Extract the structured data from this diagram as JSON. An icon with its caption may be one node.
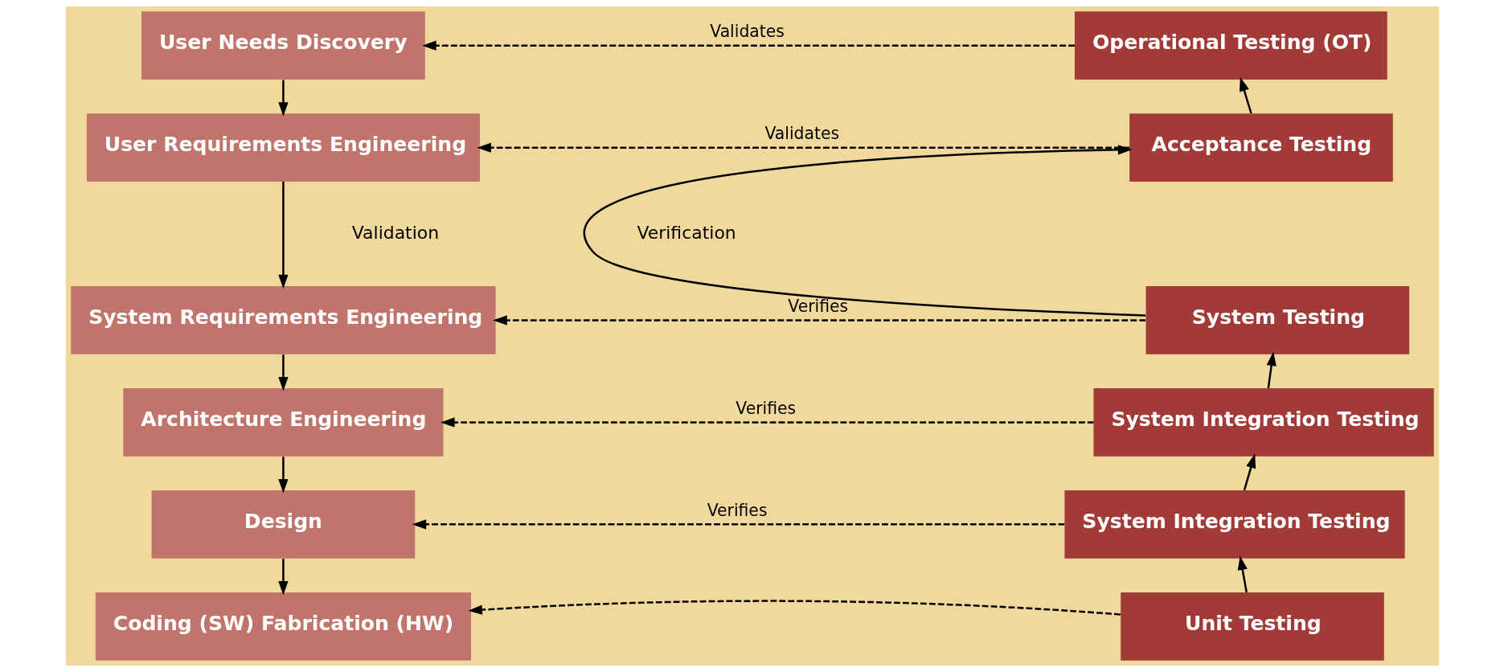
{
  "diagram": {
    "nodes": [
      {
        "text": [
          "User Needs Discovery"
        ]
      },
      {
        "text": [
          "User Requirements Engineering"
        ]
      },
      {
        "text": [
          "System Requirements Engineering"
        ]
      },
      {
        "text": [
          "Architecture Engineering"
        ]
      },
      {
        "text": [
          "Design"
        ]
      },
      {
        "text": [
          "Coding (SW) Fabrication (HW)"
        ]
      },
      {
        "text": [
          "Unit Testing"
        ]
      },
      {
        "text": [
          "System Integration Testing"
        ]
      },
      {
        "text": [
          "System Integration Testing"
        ]
      },
      {
        "text": [
          "System Testing"
        ]
      },
      {
        "text": [
          "Acceptance Testing"
        ]
      },
      {
        "text": [
          "Operational Testing (OT)"
        ]
      }
    ],
    "edges": [
      {
        "from": 0,
        "to": 1,
        "arrow": "to"
      },
      {
        "from": 1,
        "to": 2,
        "arrow": "to"
      },
      {
        "from": 2,
        "to": 3,
        "arrow": "to"
      },
      {
        "from": 3,
        "to": 4,
        "arrow": "to"
      },
      {
        "from": 4,
        "to": 5,
        "arrow": "to"
      },
      {
        "from": 6,
        "to": 7,
        "arrow": "to"
      },
      {
        "from": 7,
        "to": 8,
        "arrow": "to"
      },
      {
        "from": 8,
        "to": 9,
        "arrow": "to"
      },
      {
        "from": 9,
        "to": 10,
        "arrow": "to"
      },
      {
        "from": 10,
        "to": 11,
        "arrow": "to"
      },
      {
        "from": 11,
        "to": 0,
        "arrow": "to",
        "style": "dashed",
        "label": "Validates"
      },
      {
        "from": 10,
        "to": 1,
        "arrow": "to",
        "style": "dashed",
        "label": "Validates"
      },
      {
        "from": 9,
        "to": 2,
        "arrow": "to",
        "style": "dashed",
        "label": "Verifies"
      },
      {
        "from": 8,
        "to": 3,
        "arrow": "to",
        "style": "dashed",
        "label": "Verifies"
      },
      {
        "from": 7,
        "to": 4,
        "arrow": "to",
        "style": "dashed",
        "label": "Verifies"
      },
      {
        "from": 6,
        "to": 5,
        "arrow": "to",
        "style": "dashed"
      }
    ],
    "labels": [
      "Validation",
      "Verification"
    ]
  }
}
